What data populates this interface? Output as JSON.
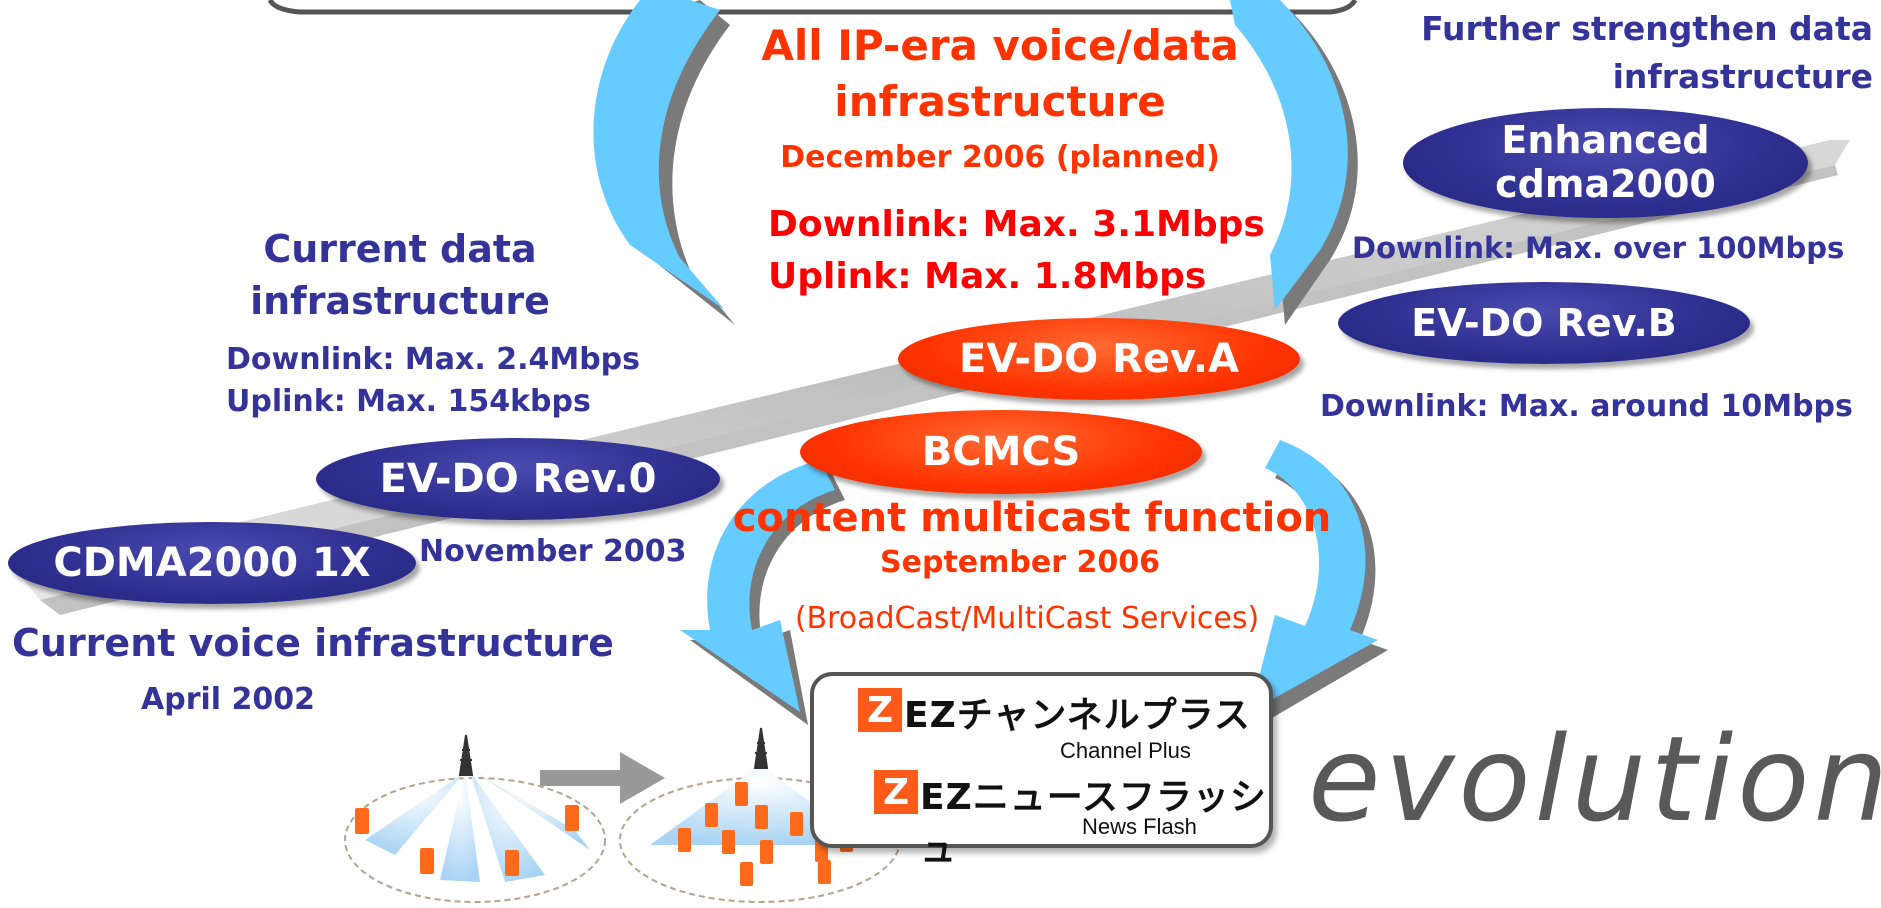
{
  "center": {
    "title_line1": "All IP-era voice/data",
    "title_line2": "infrastructure",
    "date": "December 2006 (planned)",
    "downlink": "Downlink: Max. 3.1Mbps",
    "uplink": "Uplink: Max. 1.8Mbps"
  },
  "right_top": {
    "title_line1": "Further strengthen data",
    "title_line2": "infrastructure",
    "pill_line1": "Enhanced",
    "pill_line2": "cdma2000",
    "downlink": "Downlink: Max. over 100Mbps"
  },
  "rev_b": {
    "pill": "EV-DO Rev.B",
    "downlink": "Downlink: Max. around 10Mbps"
  },
  "rev_a": {
    "pill": "EV-DO Rev.A"
  },
  "current_data": {
    "title_line1": "Current data",
    "title_line2": "infrastructure",
    "downlink": "Downlink: Max. 2.4Mbps",
    "uplink": "Uplink: Max. 154kbps"
  },
  "rev_0": {
    "pill": "EV-DO Rev.0",
    "date": "November 2003"
  },
  "cdma1x": {
    "pill": "CDMA2000 1X",
    "caption": "Current voice infrastructure",
    "date": "April 2002"
  },
  "bcmcs": {
    "pill": "BCMCS",
    "caption": "content multicast function",
    "date": "September 2006",
    "note": "(BroadCast/MultiCast Services)"
  },
  "ez": {
    "channel_name": "EZチャンネルプラス",
    "channel_sub": "Channel  Plus",
    "flash_name": "EZニュースフラッシュ",
    "flash_sub": "News Flash",
    "logo_letter": "Z"
  },
  "footer_word": "evolution",
  "colors": {
    "navy": "#333399",
    "red": "#ff3300",
    "arrow_blue": "#66ccff",
    "ramp_gray": "#b3b3b3"
  }
}
